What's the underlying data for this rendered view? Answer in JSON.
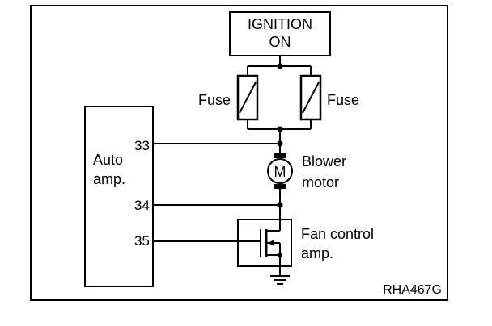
{
  "ignition": {
    "line1": "IGNITION",
    "line2": "ON"
  },
  "fuse_left": {
    "label": "Fuse"
  },
  "fuse_right": {
    "label": "Fuse"
  },
  "blower": {
    "symbol": "M",
    "line1": "Blower",
    "line2": "motor"
  },
  "auto_amp": {
    "line1": "Auto",
    "line2": "amp."
  },
  "pins": {
    "p33": "33",
    "p34": "34",
    "p35": "35"
  },
  "fan_control": {
    "line1": "Fan control",
    "line2": "amp."
  },
  "figure_code": "RHA467G"
}
